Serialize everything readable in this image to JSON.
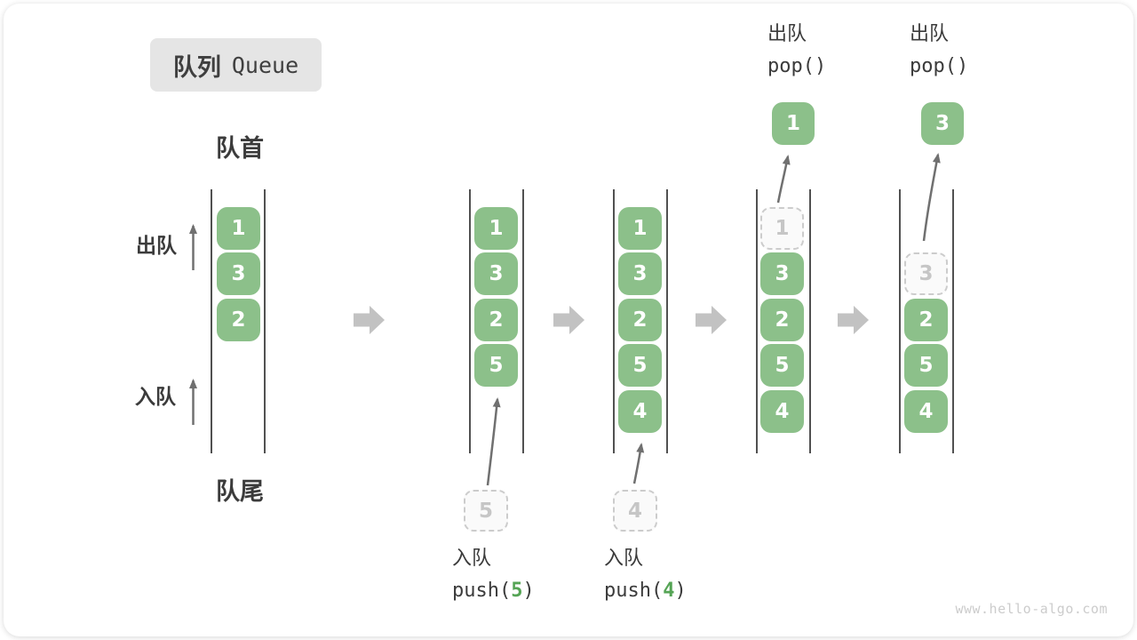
{
  "title": {
    "zh": "队列",
    "en": "Queue"
  },
  "labels": {
    "front": "队首",
    "rear": "队尾",
    "dequeue_side": "出队",
    "enqueue_side": "入队"
  },
  "queues": [
    {
      "name": "state-1",
      "cells": [
        {
          "value": "1",
          "state": "filled"
        },
        {
          "value": "3",
          "state": "filled"
        },
        {
          "value": "2",
          "state": "filled"
        }
      ]
    },
    {
      "name": "state-2-after-push-5",
      "cells": [
        {
          "value": "1",
          "state": "filled"
        },
        {
          "value": "3",
          "state": "filled"
        },
        {
          "value": "2",
          "state": "filled"
        },
        {
          "value": "5",
          "state": "filled"
        }
      ]
    },
    {
      "name": "state-3-after-push-4",
      "cells": [
        {
          "value": "1",
          "state": "filled"
        },
        {
          "value": "3",
          "state": "filled"
        },
        {
          "value": "2",
          "state": "filled"
        },
        {
          "value": "5",
          "state": "filled"
        },
        {
          "value": "4",
          "state": "filled"
        }
      ]
    },
    {
      "name": "state-4-pop-1",
      "cells": [
        {
          "value": "1",
          "state": "dashed"
        },
        {
          "value": "3",
          "state": "filled"
        },
        {
          "value": "2",
          "state": "filled"
        },
        {
          "value": "5",
          "state": "filled"
        },
        {
          "value": "4",
          "state": "filled"
        }
      ]
    },
    {
      "name": "state-5-pop-3",
      "cells": [
        {
          "value": "3",
          "state": "dashed"
        },
        {
          "value": "2",
          "state": "filled"
        },
        {
          "value": "5",
          "state": "filled"
        },
        {
          "value": "4",
          "state": "filled"
        }
      ]
    }
  ],
  "staged_cells": [
    {
      "value": "5"
    },
    {
      "value": "4"
    }
  ],
  "popped_cells": [
    {
      "value": "1"
    },
    {
      "value": "3"
    }
  ],
  "push_annotations": [
    {
      "label": "入队",
      "code_before": "push(",
      "arg": "5",
      "code_after": ")"
    },
    {
      "label": "入队",
      "code_before": "push(",
      "arg": "4",
      "code_after": ")"
    }
  ],
  "pop_annotations": [
    {
      "label": "出队",
      "code": "pop()"
    },
    {
      "label": "出队",
      "code": "pop()"
    }
  ],
  "watermark": "www.hello-algo.com",
  "colors": {
    "green": "#8CC08A",
    "green-arg": "#55A455",
    "arrow-thin": "#707070",
    "arrow-block": "#C2C2C2",
    "line": "#515151",
    "text": "#3B3B3B",
    "dash-border": "#CCCCCC",
    "dash-text": "#C6C6C6",
    "title-bg": "#E5E5E5",
    "watermark": "#CCCCCC"
  }
}
